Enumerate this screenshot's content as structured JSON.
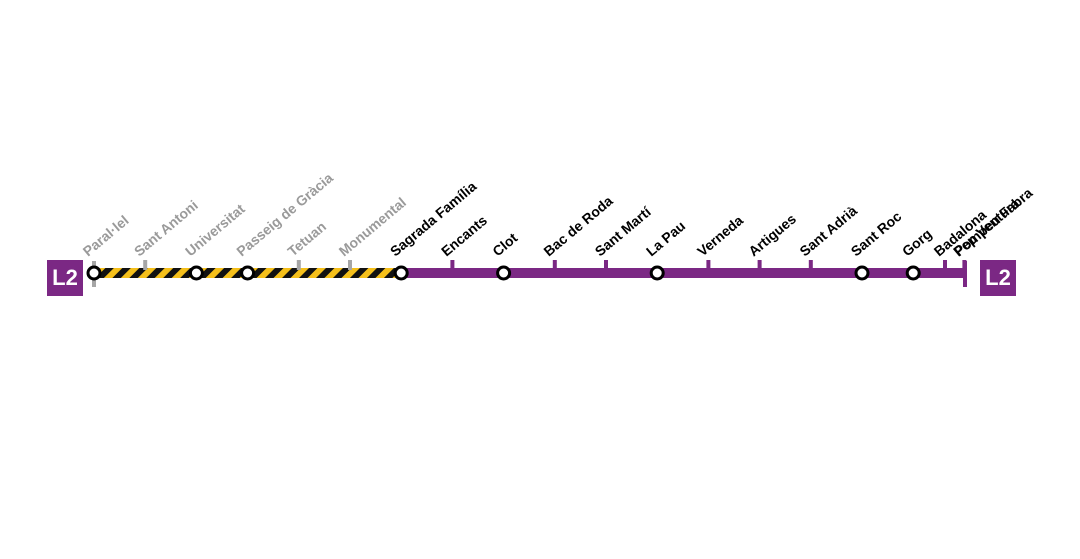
{
  "line": {
    "name": "L2",
    "color": "#7b2884",
    "closed_color": "#a6a6a6",
    "hazard_colors": [
      "#111111",
      "#f5c01b"
    ],
    "label_open_color": "#000000",
    "label_closed_color": "#9a9a9a"
  },
  "badges": {
    "left": "L2",
    "right": "L2"
  },
  "stations": [
    {
      "name": "Paral·lel",
      "status": "closed",
      "interchange": true
    },
    {
      "name": "Sant Antoni",
      "status": "closed",
      "interchange": false
    },
    {
      "name": "Universitat",
      "status": "closed",
      "interchange": true
    },
    {
      "name": "Passeig de Gràcia",
      "status": "closed",
      "interchange": true
    },
    {
      "name": "Tetuan",
      "status": "closed",
      "interchange": false
    },
    {
      "name": "Monumental",
      "status": "closed",
      "interchange": false
    },
    {
      "name": "Sagrada Família",
      "status": "open",
      "interchange": true
    },
    {
      "name": "Encants",
      "status": "open",
      "interchange": false
    },
    {
      "name": "Clot",
      "status": "open",
      "interchange": true
    },
    {
      "name": "Bac de Roda",
      "status": "open",
      "interchange": false
    },
    {
      "name": "Sant Martí",
      "status": "open",
      "interchange": false
    },
    {
      "name": "La Pau",
      "status": "open",
      "interchange": true
    },
    {
      "name": "Verneda",
      "status": "open",
      "interchange": false
    },
    {
      "name": "Artigues",
      "status": "open",
      "interchange": false
    },
    {
      "name": "Sant Adrià",
      "status": "open",
      "interchange": false
    },
    {
      "name": "Sant Roc",
      "status": "open",
      "interchange": true
    },
    {
      "name": "Gorg",
      "status": "open",
      "interchange": true
    },
    {
      "name": "Pep Ventura",
      "status": "open",
      "interchange": false
    },
    {
      "name": "Badalona",
      "status": "open",
      "interchange": false
    },
    {
      "name": "Pompeu Fabra",
      "status": "open",
      "interchange": false
    }
  ]
}
